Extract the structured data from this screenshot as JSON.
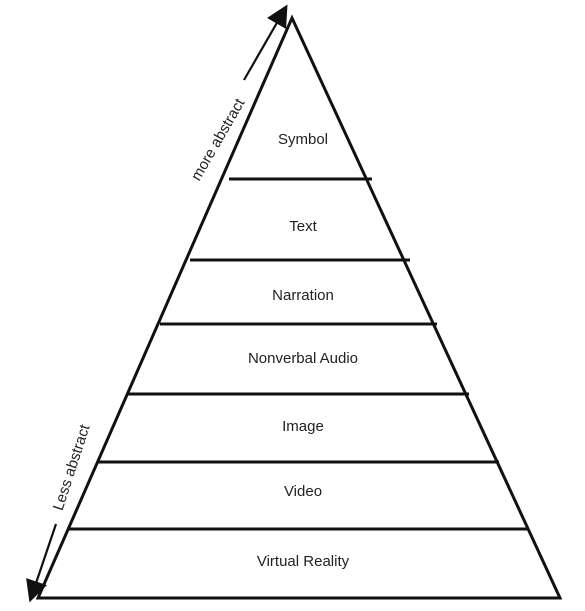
{
  "levels": [
    {
      "label": "Symbol"
    },
    {
      "label": "Text"
    },
    {
      "label": "Narration"
    },
    {
      "label": "Nonverbal Audio"
    },
    {
      "label": "Image"
    },
    {
      "label": "Video"
    },
    {
      "label": "Virtual Reality"
    }
  ],
  "annotations": {
    "top": "more abstract",
    "bottom": "Less abstract"
  },
  "colors": {
    "line": "#111111",
    "fill": "#ffffff"
  }
}
